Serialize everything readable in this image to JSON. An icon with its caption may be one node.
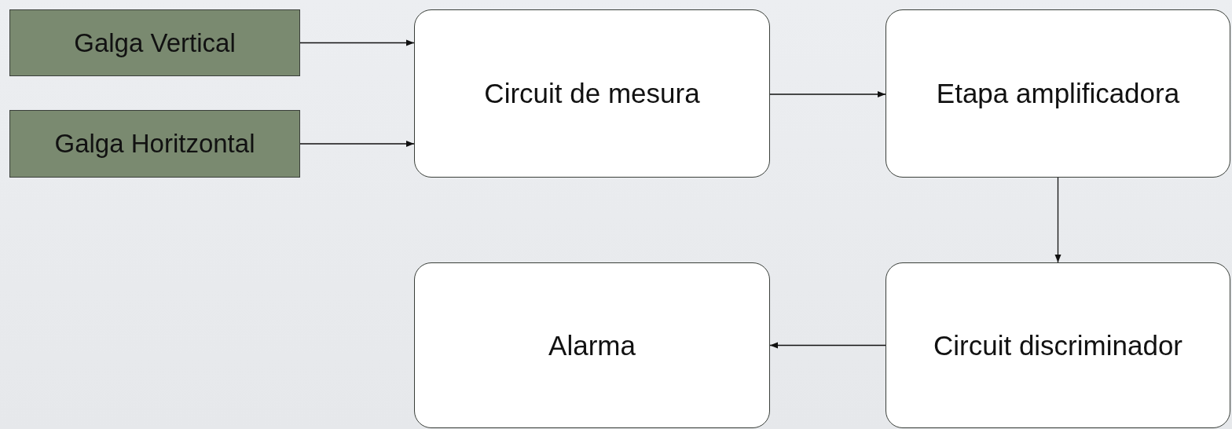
{
  "diagram": {
    "nodes": [
      {
        "text": [
          "Galga Vertical"
        ]
      },
      {
        "text": [
          "Galga Horitzontal"
        ]
      },
      {
        "text": [
          "Circuit de mesura"
        ]
      },
      {
        "text": [
          "Etapa amplificadora"
        ]
      },
      {
        "text": [
          "Alarma"
        ]
      },
      {
        "text": [
          "Circuit discriminador"
        ]
      }
    ],
    "edges": [
      {
        "from": 0,
        "to": 2,
        "arrow": "to"
      },
      {
        "from": 1,
        "to": 2,
        "arrow": "to"
      },
      {
        "from": 2,
        "to": 3,
        "arrow": "to"
      },
      {
        "from": 3,
        "to": 5,
        "arrow": "to"
      },
      {
        "from": 5,
        "to": 4,
        "arrow": "to"
      }
    ]
  }
}
